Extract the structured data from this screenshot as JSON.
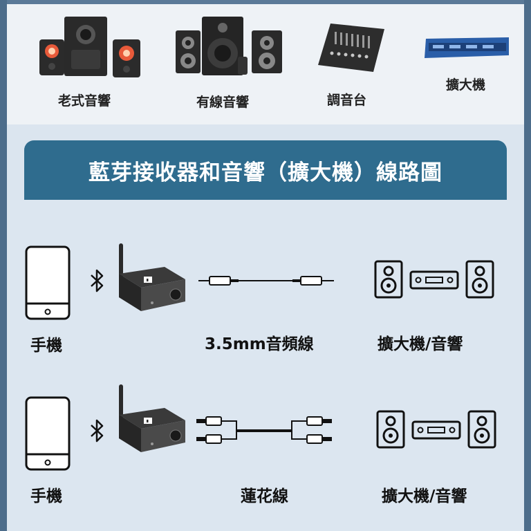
{
  "devices": [
    {
      "label": "老式音響",
      "icon": "old-speaker-set"
    },
    {
      "label": "有線音響",
      "icon": "wired-speaker-set"
    },
    {
      "label": "調音台",
      "icon": "mixing-console"
    },
    {
      "label": "擴大機",
      "icon": "amplifier-rack"
    }
  ],
  "banner": {
    "title": "藍芽接收器和音響（擴大機）線路圖"
  },
  "diagram": {
    "row1": {
      "phone": "手機",
      "cable": "3.5mm音頻線",
      "output": "擴大機/音響"
    },
    "row2": {
      "phone": "手機",
      "cable": "蓮花線",
      "output": "擴大機/音響"
    }
  },
  "colors": {
    "banner": "#2f6c8e",
    "background": "#dce6f0",
    "frame": "#4d6d8b"
  }
}
